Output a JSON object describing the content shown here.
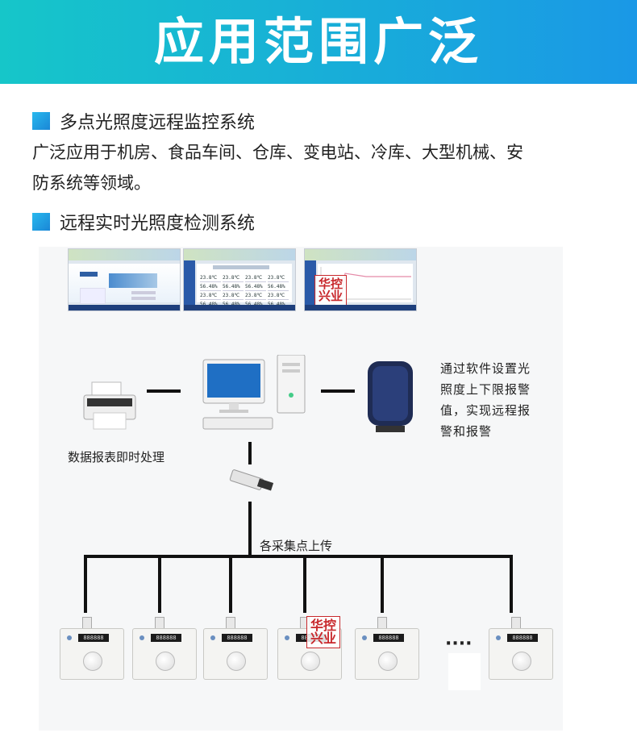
{
  "banner": {
    "title": "应用范围广泛"
  },
  "section1": {
    "heading": "多点光照度远程监控系统"
  },
  "paragraph": {
    "line1": "广泛应用于机房、食品车间、仓库、变电站、冷库、大型机械、安",
    "line2": "防系统等领域。"
  },
  "section2": {
    "heading": "远程实时光照度检测系统"
  },
  "screens": {
    "grid_values": [
      "23.8℃",
      "23.8℃",
      "23.8℃",
      "23.8℃",
      "56.48%",
      "56.48%",
      "56.48%",
      "56.48%",
      "23.8℃",
      "23.8℃",
      "23.8℃",
      "23.8℃",
      "56.48%",
      "56.48%",
      "56.48%",
      "56.48%"
    ],
    "stamp_line1": "华控",
    "stamp_line2": "兴业"
  },
  "diagram": {
    "report_label": "数据报表即时处理",
    "alarm_text": {
      "l1": "通过软件设置光",
      "l2": "照度上下限报警",
      "l3": "值，实现远程报",
      "l4": "警和报警"
    },
    "upload_label": "各采集点上传",
    "ellipsis": "····",
    "sensor_display": "888888",
    "stamp_line1": "华控",
    "stamp_line2": "兴业"
  },
  "colors": {
    "banner_start": "#16c6c9",
    "banner_end": "#1a98e6",
    "stamp": "#c8282c"
  }
}
